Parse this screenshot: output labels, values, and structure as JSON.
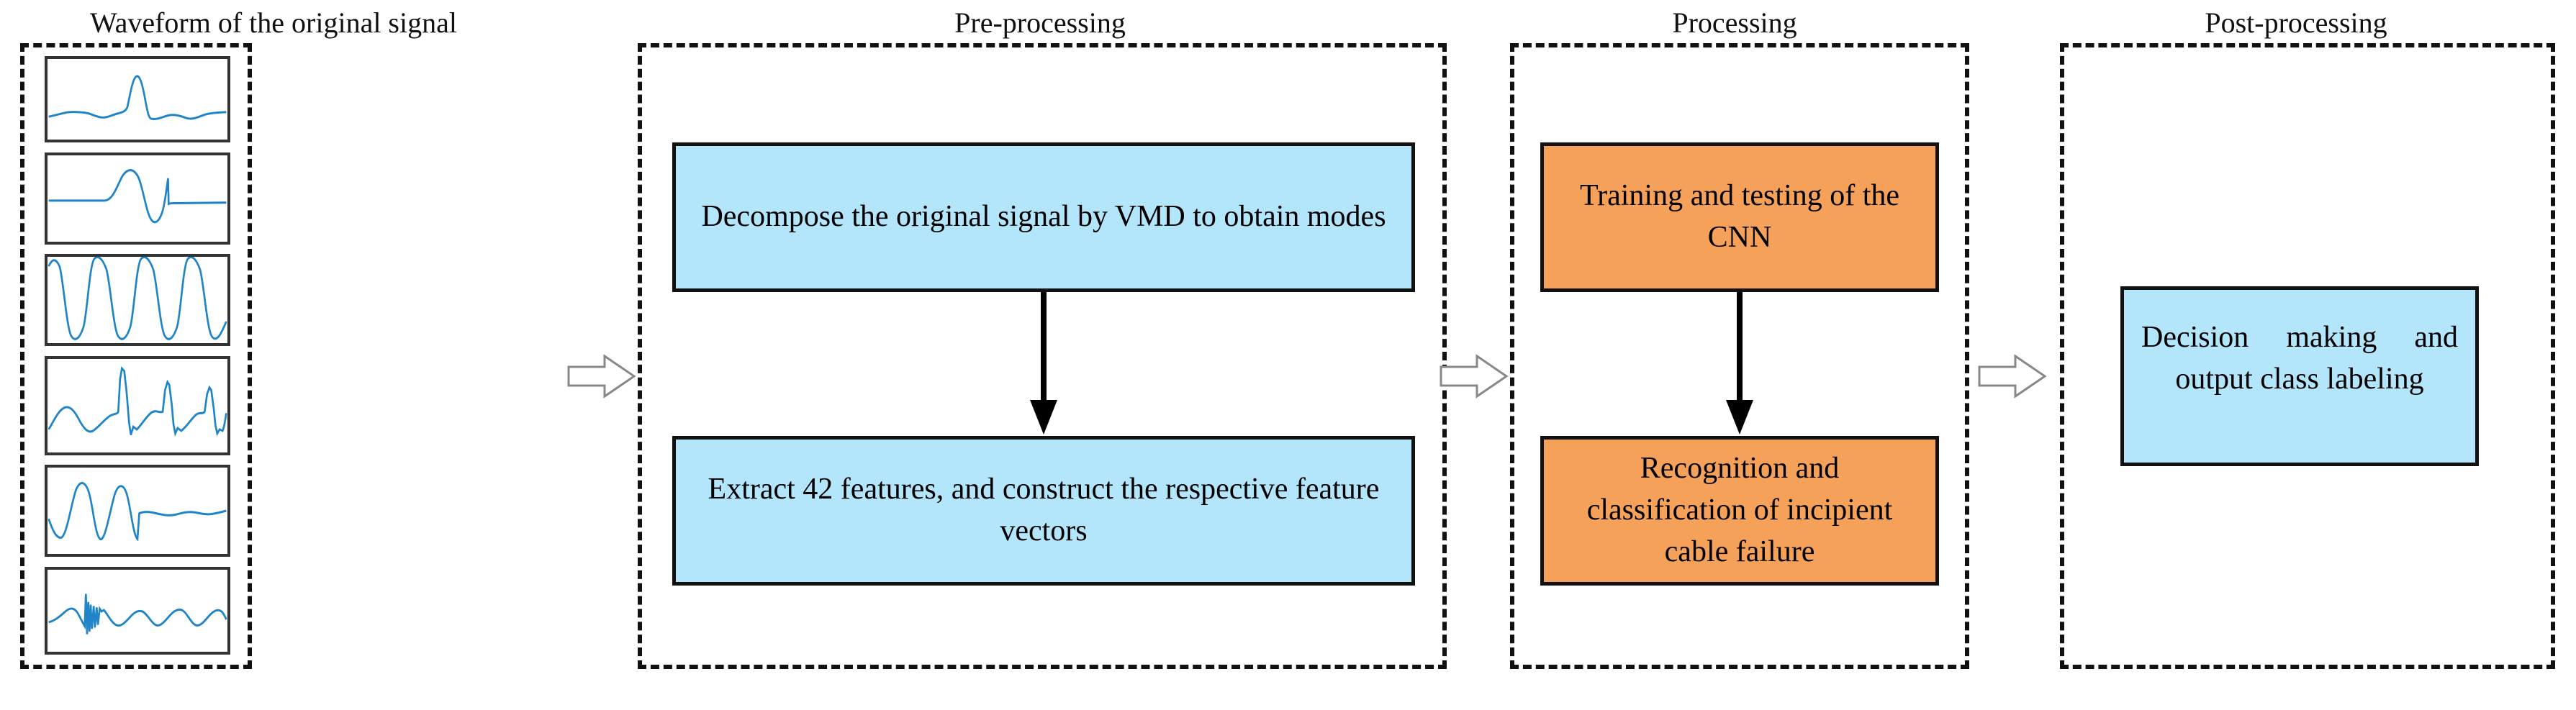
{
  "diagram": {
    "title_bar": {
      "stages": [
        {
          "id": "waveform",
          "label": "Waveform of the original signal"
        },
        {
          "id": "pre-processing",
          "label": "Pre-processing"
        },
        {
          "id": "processing",
          "label": "Processing"
        },
        {
          "id": "post-processing",
          "label": "Post-processing"
        }
      ]
    },
    "colors": {
      "blue_fill": "#b3e5fb",
      "orange_fill": "#f6a15a",
      "signal_stroke": "#1f84c8",
      "outline": "#111111",
      "panel_border": "#333333",
      "background": "#ffffff"
    },
    "stages": {
      "waveform": {
        "name": "Waveform of the original signal",
        "panel_count": 6,
        "panels": [
          {
            "name": "original-signal-trace",
            "description": "near-flat ripple with one tall narrow spike"
          },
          {
            "name": "mode-1-trace",
            "description": "flat line with one large sine lobe and a sawtooth transient"
          },
          {
            "name": "mode-2-trace",
            "description": "high-frequency continuous sinusoid, five cycles"
          },
          {
            "name": "mode-3-trace",
            "description": "sinusoid with three sharp superimposed spikes"
          },
          {
            "name": "mode-4-trace",
            "description": "two large sine cycles then flat ripple"
          },
          {
            "name": "mode-5-trace",
            "description": "low sinusoid with an oscillatory burst early on"
          }
        ]
      },
      "pre_processing": {
        "name": "Pre-processing",
        "blocks": [
          {
            "id": "vmd-decompose",
            "text": "Decompose the original signal by VMD to obtain modes",
            "fill": "blue"
          },
          {
            "id": "feature-extract",
            "text": "Extract 42 features, and construct the respective feature vectors",
            "fill": "blue"
          }
        ],
        "internal_arrow": "down-arrow"
      },
      "processing": {
        "name": "Processing",
        "blocks": [
          {
            "id": "cnn-train-test",
            "text": "Training and testing of the CNN",
            "fill": "orange"
          },
          {
            "id": "recognition-classification",
            "text": "Recognition and classification of incipient cable failure",
            "fill": "orange"
          }
        ],
        "internal_arrow": "down-arrow"
      },
      "post_processing": {
        "name": "Post-processing",
        "blocks": [
          {
            "id": "decision-making",
            "text": "Decision making and output class labeling",
            "fill": "blue"
          }
        ]
      }
    },
    "connectors": [
      {
        "id": "waveform-to-pre",
        "type": "hollow-block-arrow",
        "direction": "right"
      },
      {
        "id": "pre-to-processing",
        "type": "hollow-block-arrow",
        "direction": "right"
      },
      {
        "id": "processing-to-post",
        "type": "hollow-block-arrow",
        "direction": "right"
      },
      {
        "id": "vmd-to-features",
        "type": "solid-arrow",
        "direction": "down"
      },
      {
        "id": "train-to-recognition",
        "type": "solid-arrow",
        "direction": "down"
      }
    ]
  }
}
